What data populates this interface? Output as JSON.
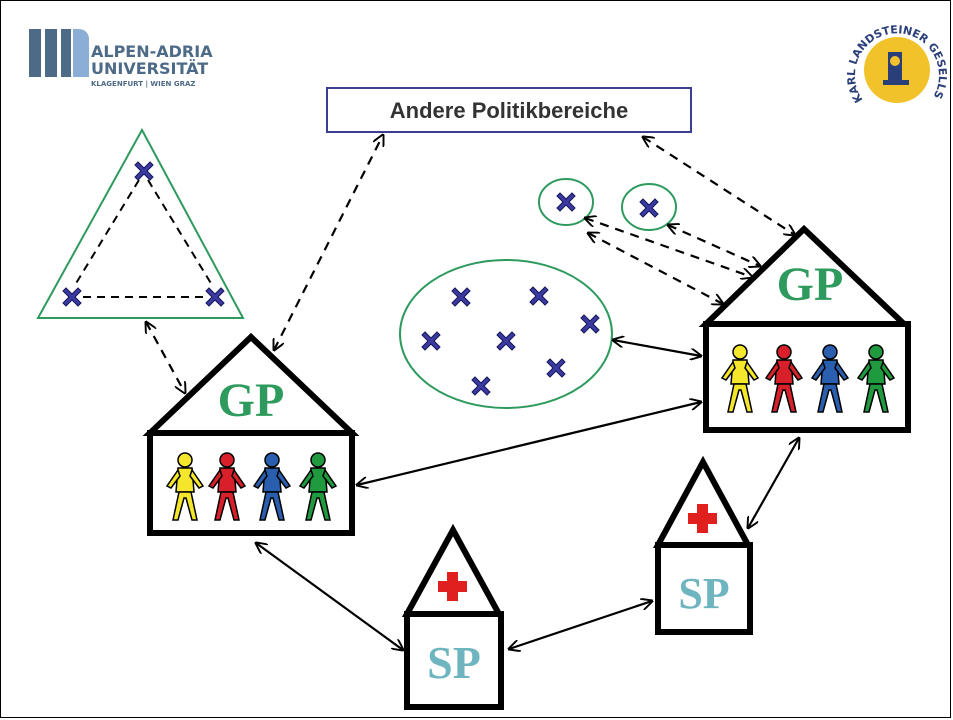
{
  "university_logo": {
    "line1": "ALPEN-ADRIA",
    "line2": "UNIVERSITÄT",
    "line3": "KLAGENFURT | WIEN GRAZ"
  },
  "society_logo": {
    "text": "KARL LANDSTEINER GESELLSCHAFT"
  },
  "top_box": {
    "label": "Andere Politikbereiche"
  },
  "houses": {
    "gp_left": "GP",
    "gp_right": "GP",
    "sp_bottom": "SP",
    "sp_right": "SP"
  },
  "colors": {
    "green": "#2e9a5e",
    "navy": "#2f3f8f",
    "box_border": "#3a3f8f",
    "sp_text": "#6fb5c0",
    "cross_red": "#e0201e",
    "marker_fill": "#3a3aa0"
  }
}
